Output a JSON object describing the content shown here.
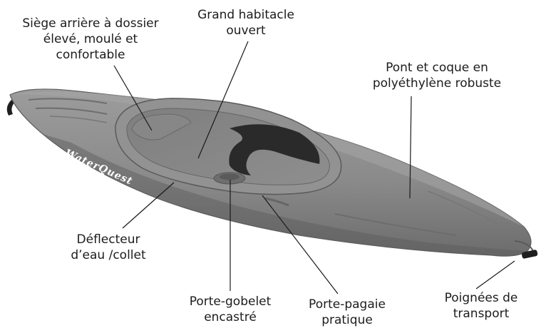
{
  "brand": {
    "logo_text": "WaterQuest"
  },
  "callouts": {
    "seat": "Siège arrière à dossier\nélevé, moulé et\nconfortable",
    "cockpit": "Grand habitacle\nouvert",
    "hull": "Pont et coque en\npolyéthylène robuste",
    "deflector": "Déflecteur\nd’eau /collet",
    "cup_holder": "Porte-gobelet\nencastré",
    "paddle_holder": "Porte-pagaie\npratique",
    "handles": "Poignées de\ntransport"
  },
  "colors": {
    "hull": "#8a8a8a",
    "hull_dark": "#5f5f5f",
    "hull_light": "#a3a3a3",
    "leader_line": "#1a1a1a",
    "handle": "#1a1a1a"
  }
}
